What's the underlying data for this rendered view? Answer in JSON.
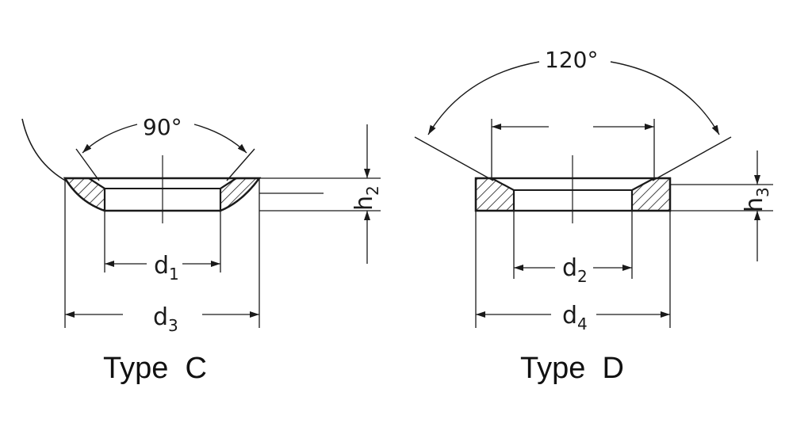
{
  "type_c": {
    "caption": "Type  C",
    "angle": "90°",
    "d_inner": {
      "main": "d",
      "sub": "1"
    },
    "d_outer": {
      "main": "d",
      "sub": "3"
    },
    "h": {
      "main": "h",
      "sub": "2"
    }
  },
  "type_d": {
    "caption": "Type  D",
    "angle": "120°",
    "d_inner": {
      "main": "d",
      "sub": "2"
    },
    "d_outer": {
      "main": "d",
      "sub": "4"
    },
    "h": {
      "main": "h",
      "sub": "3"
    }
  },
  "colors": {
    "line": "#1a1a1a",
    "paper": "#ffffff"
  }
}
